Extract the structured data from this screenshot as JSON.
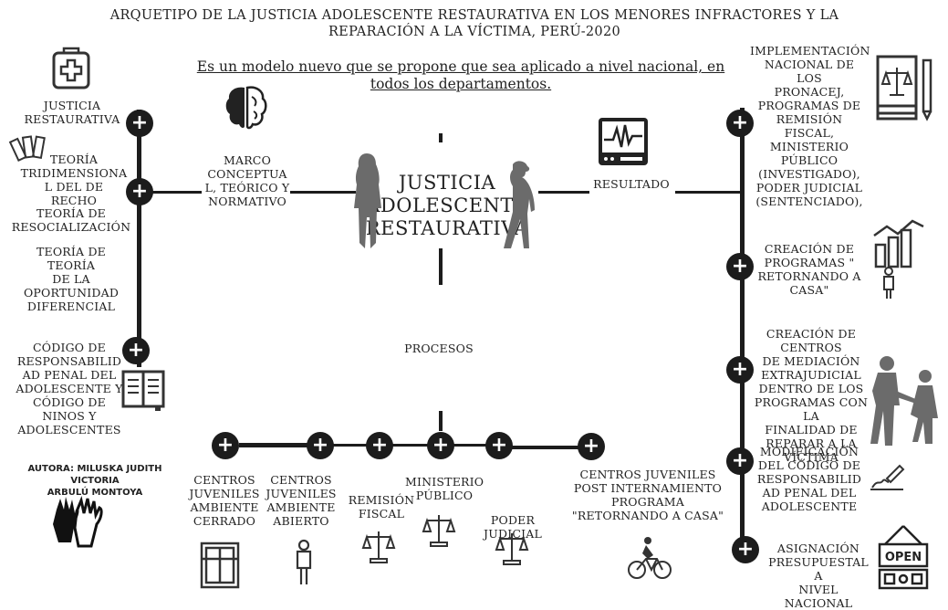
{
  "title": "ARQUETIPO DE LA JUSTICIA ADOLESCENTE RESTAURATIVA EN LOS MENORES INFRACTORES Y LA\nREPARACIÓN A LA VÍCTIMA, PERÚ-2020",
  "subtitle": "Es un modelo nuevo que se propone que sea aplicado a nivel nacional, en\ntodos los departamentos.",
  "center": {
    "title": "JUSTICIA\nADOLESCENTE\nRESTAURATIVA"
  },
  "marco": "MARCO\nCONCEPTUA\nL, TEÓRICO Y\nNORMATIVO",
  "resultado": "RESULTADO",
  "procesos": "PROCESOS",
  "left": {
    "justicia": "JUSTICIA\nRESTAURATIVA",
    "teoria_tri": "TEORÍA\nTRIDIMENSIONA\nL DEL DE RECHO",
    "teoria_reso": "TEORÍA DE\nRESOCIALIZACIÓN",
    "teoria_opo": "TEORÍA DE TEORÍA\nDE LA\nOPORTUNIDAD\nDIFERENCIAL",
    "codigo": "CÓDIGO DE\nRESPONSABILID\nAD PENAL DEL\nADOLESCENTE Y\nCÓDIGO DE\nNINOS Y\nADOLESCENTES",
    "author": "AUTORA: MILUSKA JUDITH VICTORIA\nARBULÚ MONTOYA"
  },
  "right": {
    "implementacion": "IMPLEMENTACIÓN\nNACIONAL DE LOS\nPRONACEJ,\nPROGRAMAS DE\nREMISIÓN FISCAL,\nMINISTERIO\nPÚBLICO\n(INVESTIGADO),\nPODER JUDICIAL\n(SENTENCIADO),",
    "creacion_prog": "CREACIÓN DE\nPROGRAMAS \"\nRETORNANDO A\nCASA\"",
    "creacion_centros": "CREACIÓN DE CENTROS\nDE MEDIACIÓN\nEXTRAJUDICIAL\nDENTRO DE LOS\nPROGRAMAS CON LA\nFINALIDAD DE\nREPARAR A LA VÍCTIMA",
    "modificacion": "MODIFICACIÓN\nDEL CÓDIGO DE\nRESPONSABILID\nAD PENAL DEL\nADOLESCENTE",
    "asignacion": "ASIGNACIÓN\nPRESUPUESTAL A\nNIVEL NACIONAL"
  },
  "bottom": {
    "cerrado": "CENTROS\nJUVENILES\nAMBIENTE\nCERRADO",
    "abierto": "CENTROS\nJUVENILES\nAMBIENTE\nABIERTO",
    "remision": "REMISIÓN\nFISCAL",
    "ministerio": "MINISTERIO\nPÚBLICO",
    "poder": "PODER JUDICIAL",
    "post": "CENTROS JUVENILES\nPOST INTERNAMIENTO\nPROGRAMA\n\"RETORNANDO A CASA\""
  },
  "open_sign": "OPEN",
  "icons": [
    "medical-kit-icon",
    "brain-icon",
    "fan-deck-icon",
    "book-icon",
    "gloves-icon",
    "monitor-heartbeat-icon",
    "law-book-icon",
    "bar-chart-icon",
    "person-icon",
    "walking-couple-icon",
    "signing-hand-icon",
    "open-sign-icon",
    "window-icon",
    "scales-icon",
    "cyclist-icon",
    "woman-silhouette-icon",
    "man-silhouette-icon"
  ],
  "colors": {
    "line": "#1c1c1c",
    "silhouette": "#6b6b6b",
    "text": "#222222"
  }
}
